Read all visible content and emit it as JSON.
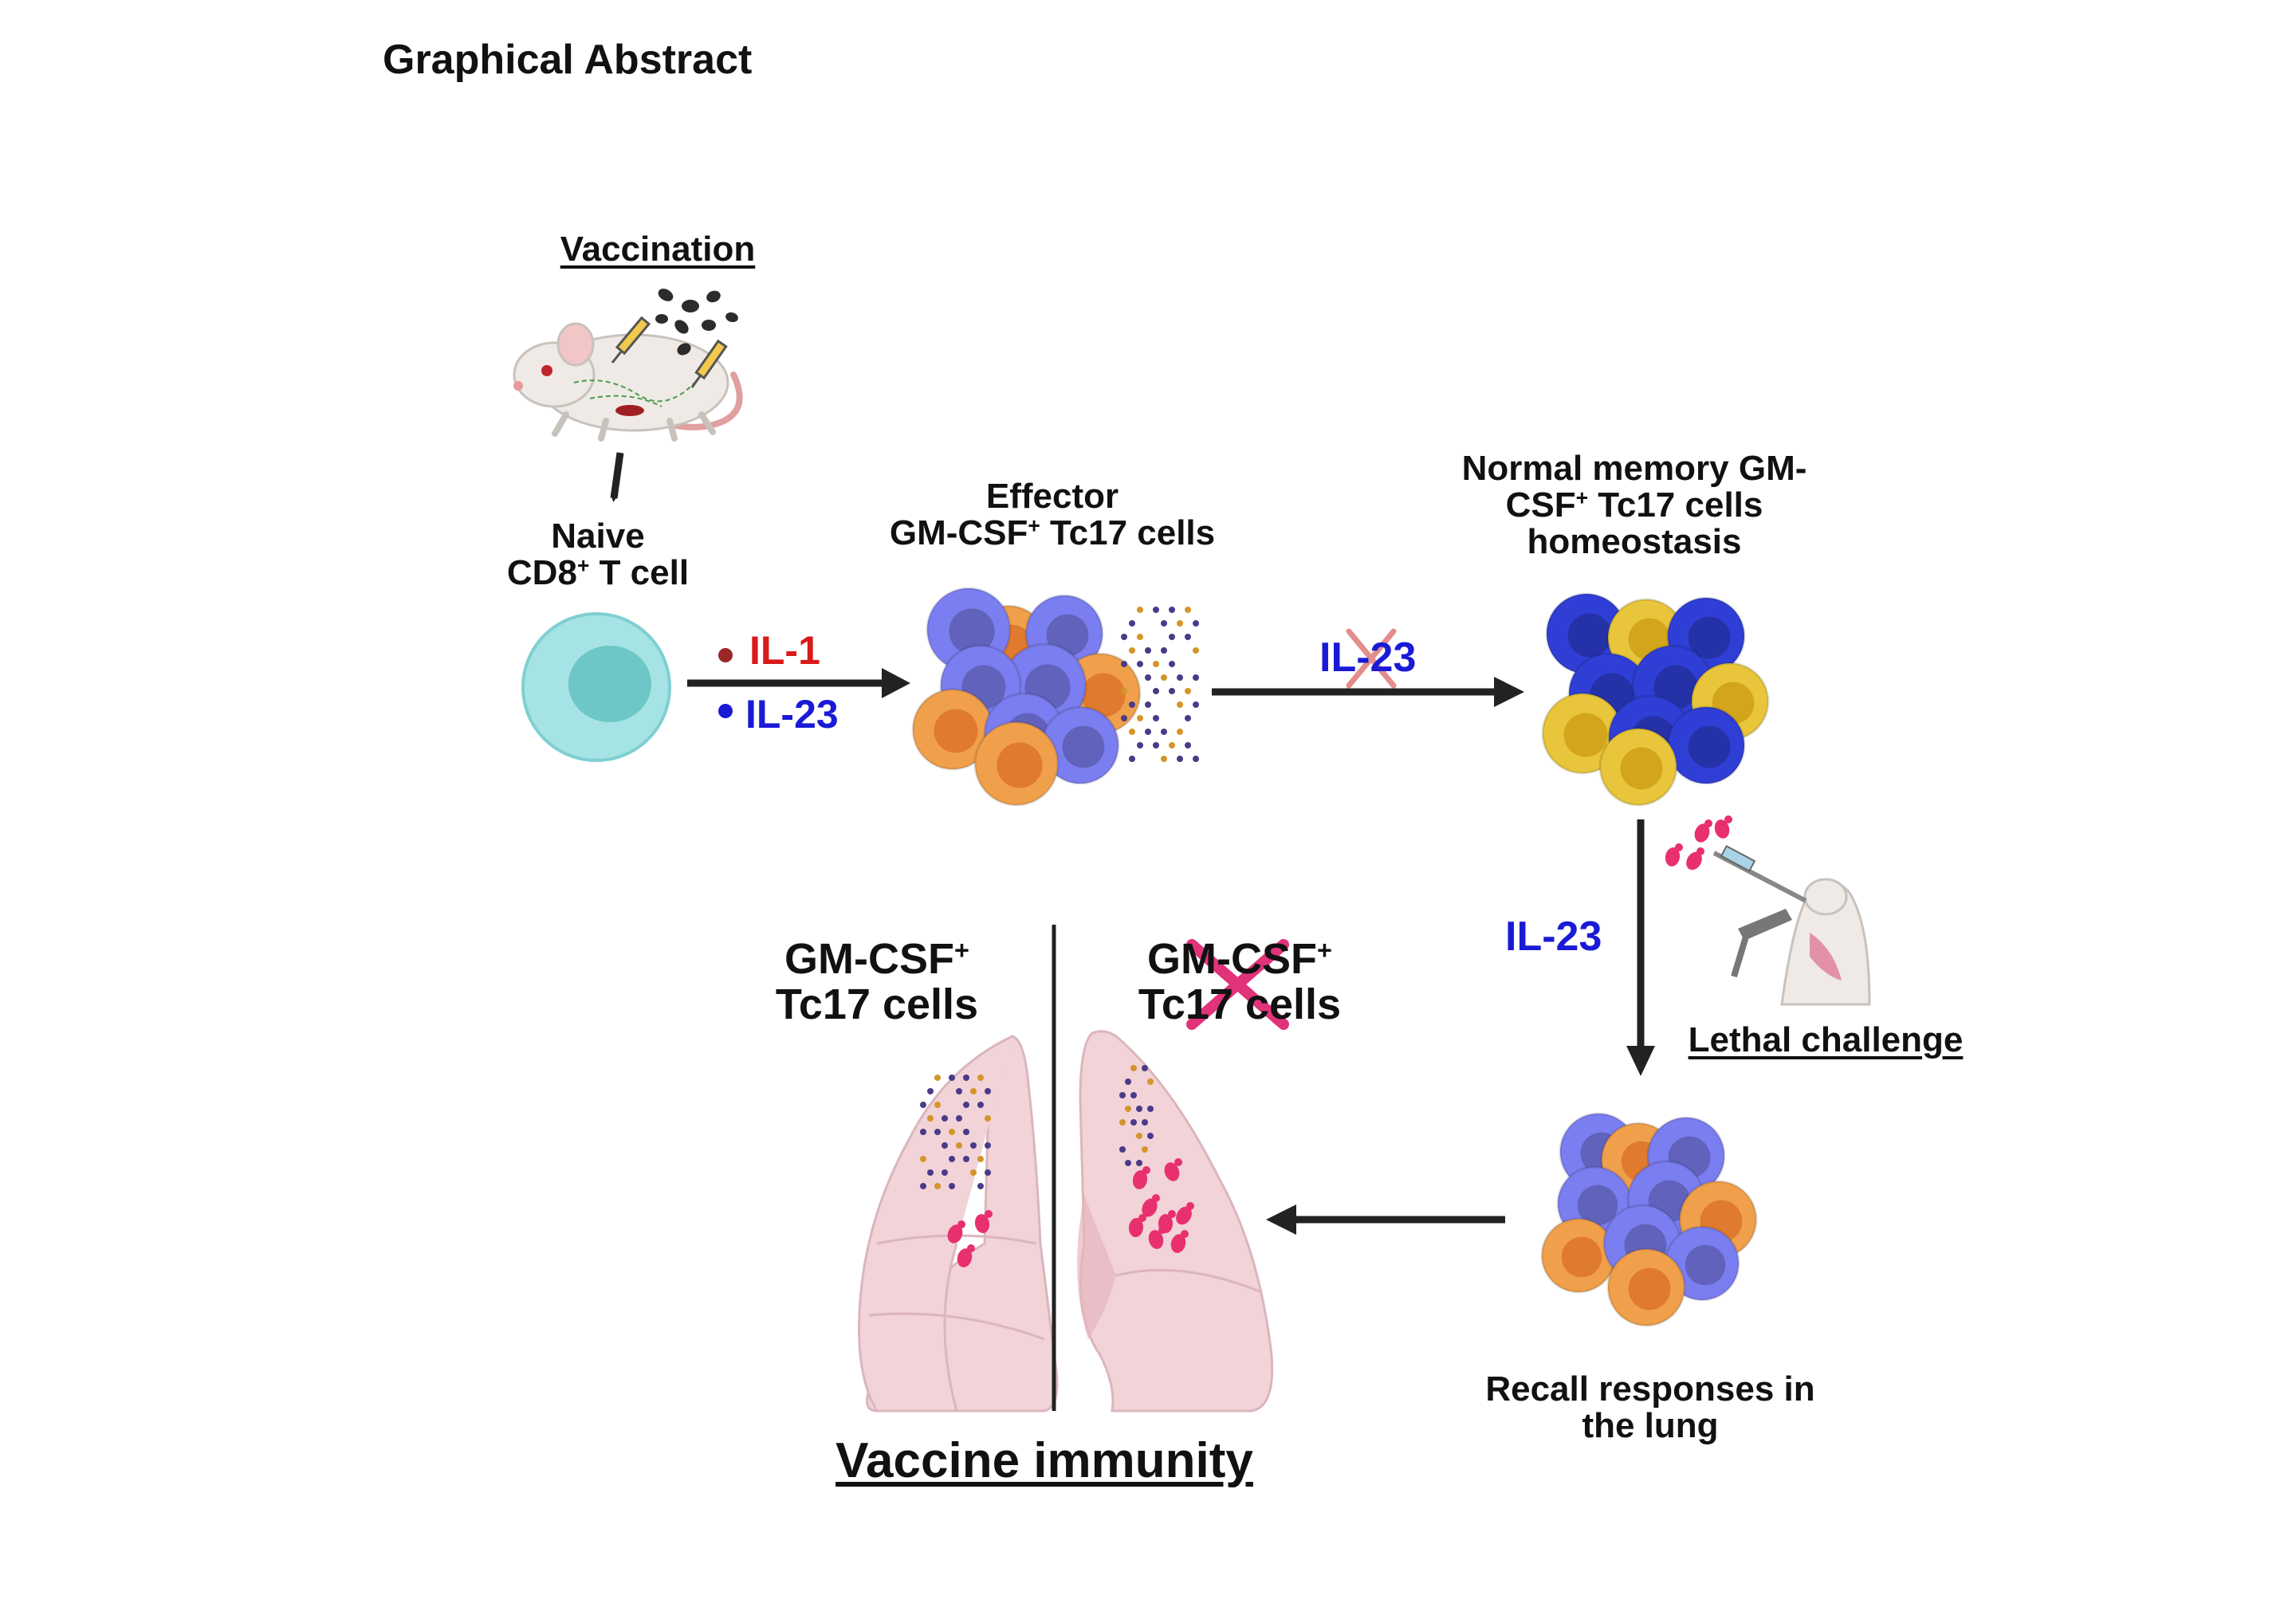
{
  "title": "Graphical Abstract",
  "vaccination": "Vaccination",
  "naive": {
    "line1": "Naive",
    "line2": "CD8",
    "sup": "+",
    "line2b": " T cell"
  },
  "cytokines": {
    "il1": "IL-1",
    "il23": "IL-23"
  },
  "effector": {
    "line1": "Effector",
    "line2": "GM-CSF",
    "sup": "+",
    "line2b": " Tc17 cells"
  },
  "memory": {
    "line1": "Normal memory GM-",
    "line2": "CSF",
    "sup": "+",
    "line2b": " Tc17 cells",
    "line3": "homeostasis"
  },
  "il23_blocked": "IL-23",
  "il23_recall": "IL-23",
  "lethal_challenge": "Lethal challenge",
  "recall": {
    "line1": "Recall responses in",
    "line2": "the lung"
  },
  "lung_left": {
    "line1": "GM-CSF",
    "sup": "+",
    "line2": "Tc17 cells"
  },
  "lung_right": {
    "line1": "GM-CSF",
    "sup": "+",
    "line2": "Tc17 cells"
  },
  "vaccine_immunity": "Vaccine immunity",
  "colors": {
    "il1_red": "#d91a1a",
    "il23_blue": "#1a1ad6",
    "cross_pink": "#e0337a",
    "naive_cell": "#a6e3e5",
    "naive_nucleus": "#6ec6c6",
    "effector_purple": "#7b7ef0",
    "memory_blue": "#2f3fd6",
    "orange_cell": "#f0a04b",
    "yellow_cell": "#e8c53a",
    "lung_pink": "#f1d3d8",
    "fungus_pink": "#e8306e"
  }
}
